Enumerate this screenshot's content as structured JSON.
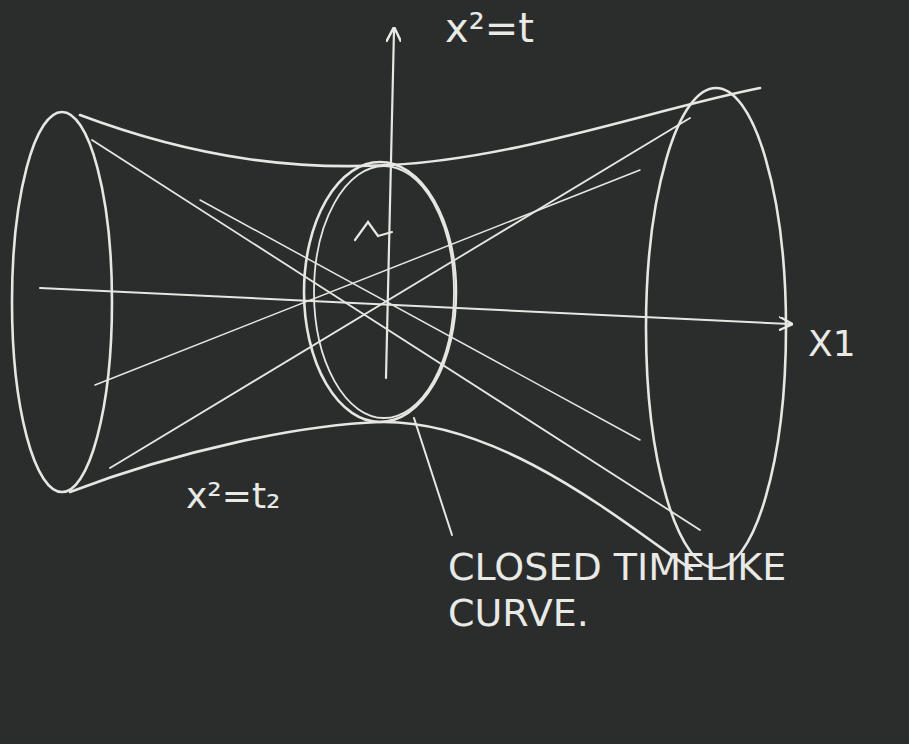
{
  "diagram": {
    "labels": [
      "x²=t",
      "X1",
      "x²=t₂",
      "CLOSED TIMELIKE CURVE."
    ]
  }
}
